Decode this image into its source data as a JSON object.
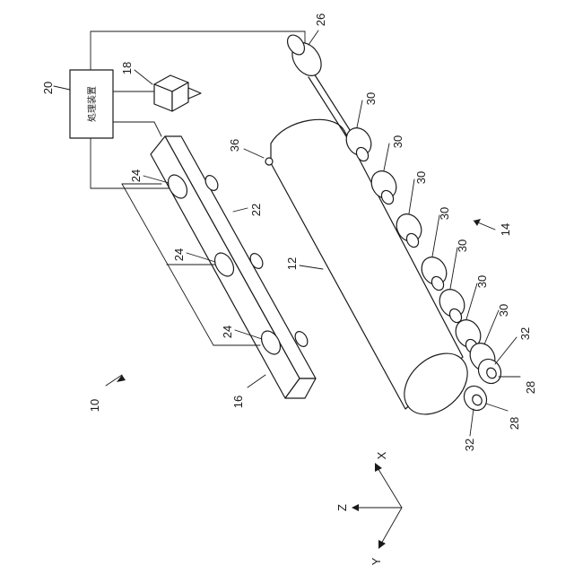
{
  "labels": {
    "system": "10",
    "cylinder": "12",
    "roller_unit": "14",
    "base": "16",
    "sensor": "18",
    "processor_ref": "20",
    "processor_text": "処理装置",
    "beam": "22",
    "probe_1": "24",
    "probe_2": "24",
    "probe_3": "24",
    "motor": "26",
    "wheel_1": "28",
    "wheel_2": "28",
    "roll_1": "30",
    "roll_2": "30",
    "roll_3": "30",
    "roll_4": "30",
    "roll_5": "30",
    "roll_6": "30",
    "roll_7": "30",
    "hub_1": "32",
    "hub_2": "32",
    "mark": "36"
  },
  "axes": {
    "x": "X",
    "y": "Y",
    "z": "Z"
  },
  "colors": {
    "line": "#1a1a1a",
    "background": "#ffffff"
  }
}
